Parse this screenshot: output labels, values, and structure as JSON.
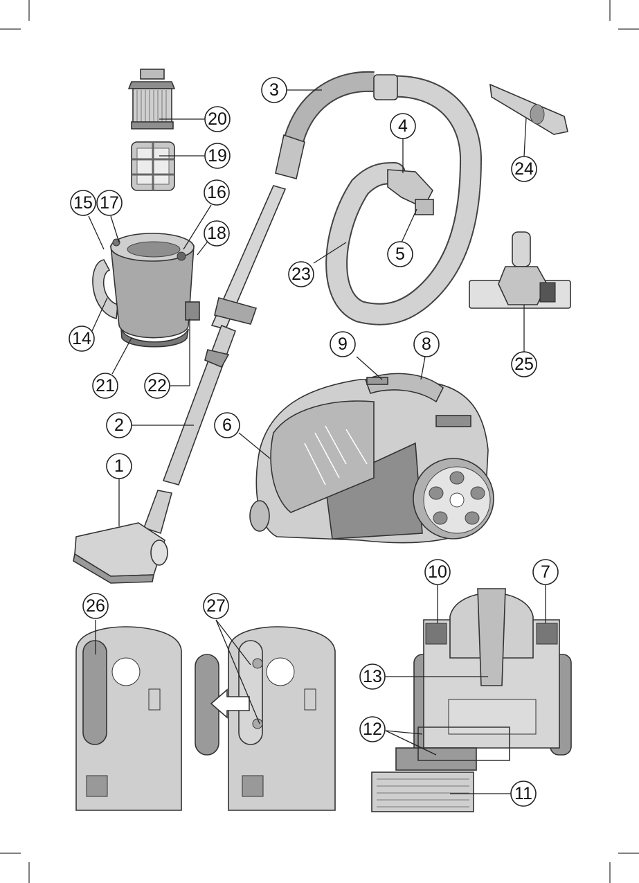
{
  "labels": {
    "n1": "1",
    "n2": "2",
    "n3": "3",
    "n4": "4",
    "n5": "5",
    "n6": "6",
    "n7": "7",
    "n8": "8",
    "n9": "9",
    "n10": "10",
    "n11": "11",
    "n12": "12",
    "n13": "13",
    "n14": "14",
    "n15": "15",
    "n16": "16",
    "n17": "17",
    "n18": "18",
    "n19": "19",
    "n20": "20",
    "n21": "21",
    "n22": "22",
    "n23": "23",
    "n24": "24",
    "n25": "25",
    "n26": "26",
    "n27": "27"
  },
  "colors": {
    "body_light": "#d4d4d4",
    "body_mid": "#b8b8b8",
    "body_dark": "#8e8e8e",
    "outline": "#333333",
    "white": "#ffffff"
  }
}
